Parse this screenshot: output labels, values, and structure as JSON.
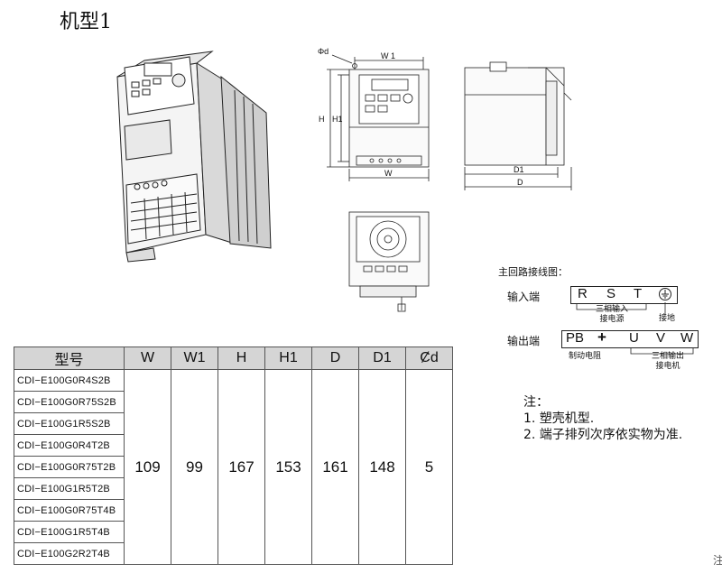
{
  "title": "机型1",
  "dims": {
    "phi": "Φd",
    "w1": "W 1",
    "w": "W",
    "h": "H",
    "h1": "H1",
    "d1": "D1",
    "d": "D"
  },
  "table": {
    "headers": [
      "型号",
      "W",
      "W1",
      "H",
      "H1",
      "D",
      "D1",
      "Ȼd"
    ],
    "models": [
      "CDI−E100G0R4S2B",
      "CDI−E100G0R75S2B",
      "CDI−E100G1R5S2B",
      "CDI−E100G0R4T2B",
      "CDI−E100G0R75T2B",
      "CDI−E100G1R5T2B",
      "CDI−E100G0R75T4B",
      "CDI−E100G1R5T4B",
      "CDI−E100G2R2T4B"
    ],
    "values": [
      "109",
      "99",
      "167",
      "153",
      "161",
      "148",
      "5"
    ]
  },
  "wiring": {
    "title": "主回路接线图：",
    "input_label": "输入端",
    "input_terms": [
      "R",
      "S",
      "T"
    ],
    "input_note_1": "三相输入",
    "input_note_2": "接电源",
    "ground_note": "接地",
    "output_label": "输出端",
    "output_terms": [
      "PB",
      "+",
      "U",
      "V",
      "W"
    ],
    "brake_note": "制动电阻",
    "motor_note_1": "三相输出",
    "motor_note_2": "接电机"
  },
  "notes": {
    "heading": "注：",
    "line1": "1. 塑壳机型.",
    "line2": "2. 端子排列次序依实物为准."
  },
  "corner_mark": "注"
}
